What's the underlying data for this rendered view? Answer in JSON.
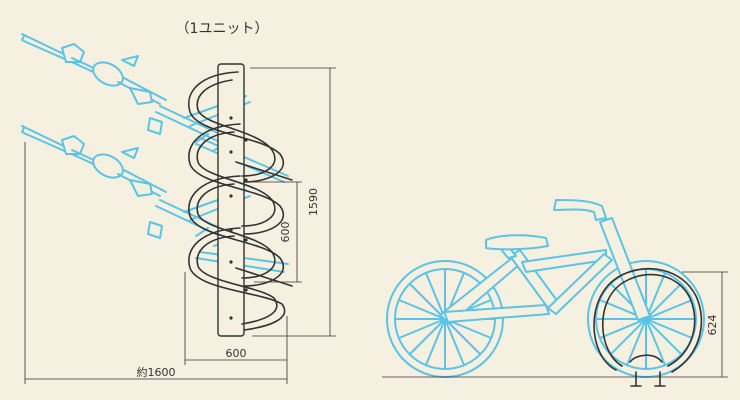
{
  "title": "（1ユニット）",
  "dimensions": {
    "pitch": "600",
    "height": "1590",
    "depth": "600",
    "total_length": "約1600",
    "rack_height": "624"
  },
  "colors": {
    "background": "#f6f0e1",
    "bicycle": "#5bc4e6",
    "rack": "#333333"
  }
}
